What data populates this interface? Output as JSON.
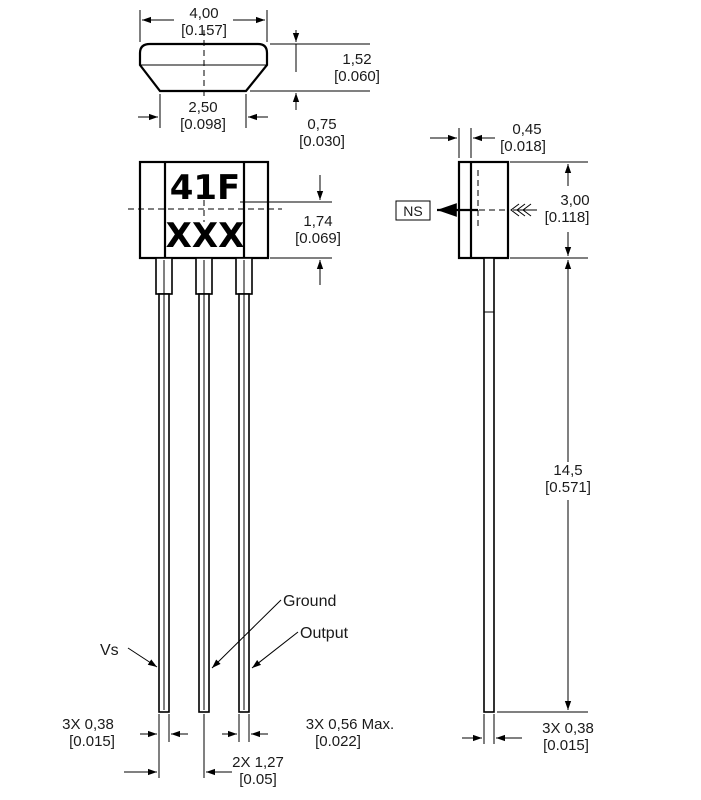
{
  "top_view": {
    "width_mm": "4,00",
    "width_in": "[0.157]",
    "height_mm": "1,52",
    "height_in": "[0.060]",
    "bottom_mm": "2,50",
    "bottom_in": "[0.098]",
    "step_mm": "0,75",
    "step_in": "[0.030]"
  },
  "front_view": {
    "marking_line1": "41F",
    "marking_line2": "XXX",
    "sensor_pos_mm": "1,74",
    "sensor_pos_in": "[0.069]",
    "pin_labels": {
      "vs": "Vs",
      "ground": "Ground",
      "output": "Output"
    },
    "lead_width_mm": "3X 0,38",
    "lead_width_in": "[0.015]",
    "lead_max_mm": "3X 0,56 Max.",
    "lead_max_in": "[0.022]",
    "pitch_mm": "2X 1,27",
    "pitch_in": "[0.05]"
  },
  "side_view": {
    "face_mm": "0,45",
    "face_in": "[0.018]",
    "body_height_mm": "3,00",
    "body_height_in": "[0.118]",
    "pole_label": "NS",
    "lead_length_mm": "14,5",
    "lead_length_in": "[0.571]",
    "lead_width_mm": "3X 0,38",
    "lead_width_in": "[0.015]"
  }
}
